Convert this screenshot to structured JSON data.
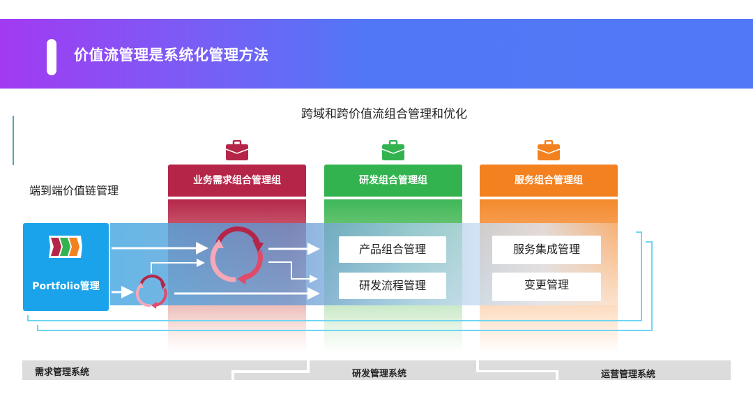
{
  "header": {
    "title": "价值流管理是系统化管理方法",
    "gradient_colors": [
      "#a23af2",
      "#5178f6"
    ]
  },
  "diagram": {
    "top_caption": "跨域和跨价值流组合管理和优化",
    "left_caption": "端到端价值链管理",
    "portfolio": {
      "label": "Portfolio管理",
      "icon": "three-chevrons-icon",
      "icon_colors": [
        "#b52548",
        "#33b34f",
        "#f48120"
      ],
      "color": "#1aa3ea"
    },
    "groups": [
      {
        "title": "业务需求组合管理组",
        "icon": "briefcase-icon",
        "color": "#b52548",
        "items": []
      },
      {
        "title": "研发组合管理组",
        "icon": "briefcase-icon",
        "color": "#33b34f",
        "items": [
          "产品组合管理",
          "研发流程管理"
        ]
      },
      {
        "title": "服务组合管理组",
        "icon": "briefcase-icon",
        "color": "#f48120",
        "items": [
          "服务集成管理",
          "变更管理"
        ]
      }
    ],
    "cycle_icons": [
      "cycle-arrows-icon-small",
      "cycle-arrows-icon-large"
    ],
    "bracket_color": "#5fd0f0"
  },
  "systems": [
    {
      "label": "需求管理系统"
    },
    {
      "label": "研发管理系统"
    },
    {
      "label": "运营管理系统"
    }
  ]
}
